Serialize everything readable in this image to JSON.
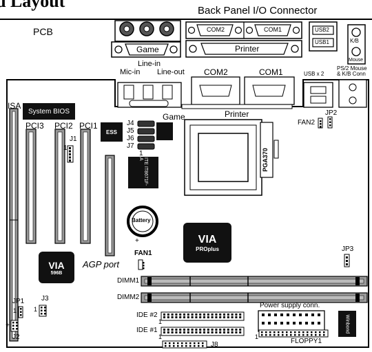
{
  "header": {
    "partial_title": "d Layout",
    "back_panel_title": "Back Panel I/O Connector",
    "pcb_label": "PCB"
  },
  "back_panel": {
    "game_label": "Game",
    "com2_label": "COM2",
    "com1_label": "COM1",
    "printer_label": "Printer",
    "usb2_label": "USB2",
    "usb1_label": "USB1",
    "kb_label": "K/B",
    "mouse_label": "Mouse"
  },
  "board": {
    "line_in": "Line-in",
    "mic_in": "Mic-in",
    "line_out": "Line-out",
    "com2": "COM2",
    "com1": "COM1",
    "usb_x2": "USB x 2",
    "ps2_line1": "PS/2 Mouse",
    "ps2_line2": "& K/B Conn",
    "isa": "ISA",
    "system_bios": "System BIOS",
    "pci3": "PCI3",
    "pci2": "PCI2",
    "pci1": "PCI1",
    "ess_chip": "ESS",
    "j4": "J4",
    "j5": "J5",
    "j6": "J6",
    "j7": "J7",
    "game": "Game",
    "printer": "Printer",
    "jp2": "JP2",
    "fan2": "FAN2",
    "j1": "J1",
    "pin1": "1",
    "ite_chip": "ITE IT8671F-A",
    "pga370": "PGA370",
    "battery": "Battery",
    "plus": "+",
    "via_main": "VIA",
    "via_main_sub": "PROplus",
    "via_south": "VIA",
    "via_south_sub": "596B",
    "agp_port": "AGP port",
    "fan1": "FAN1",
    "jp3": "JP3",
    "dimm1": "DIMM1",
    "dimm2": "DIMM2",
    "jp1": "JP1",
    "j3": "J3",
    "j2": "J2",
    "ide2": "IDE #2",
    "ide1": "IDE #1",
    "power_supply": "Power supply  conn.",
    "floppy1": "FLOPPY1",
    "j8": "J8",
    "winbond": "Winbond"
  }
}
